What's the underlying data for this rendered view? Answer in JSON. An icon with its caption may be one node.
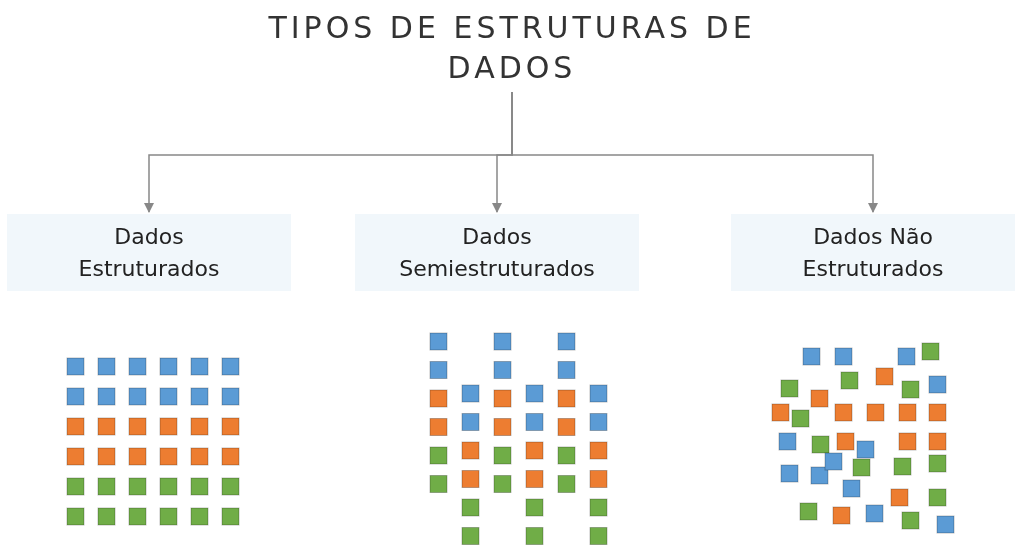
{
  "diagram": {
    "nodes": [
      {
        "text": [
          "TIPOS DE ESTRUTURAS DE DADOS"
        ]
      },
      {
        "text": [
          "Dados Estruturados"
        ]
      },
      {
        "text": [
          "Dados Semiestruturados"
        ]
      },
      {
        "text": [
          "Dados Não Estruturados"
        ]
      },
      {
        "text": [],
        "shape": "picture"
      },
      {
        "text": [],
        "shape": "picture"
      },
      {
        "text": [],
        "shape": "picture"
      }
    ],
    "edges": [
      {
        "from": 0,
        "to": 1,
        "arrow": "to"
      },
      {
        "from": 0,
        "to": 2,
        "arrow": "to"
      },
      {
        "from": 0,
        "to": 3,
        "arrow": "to"
      }
    ]
  }
}
